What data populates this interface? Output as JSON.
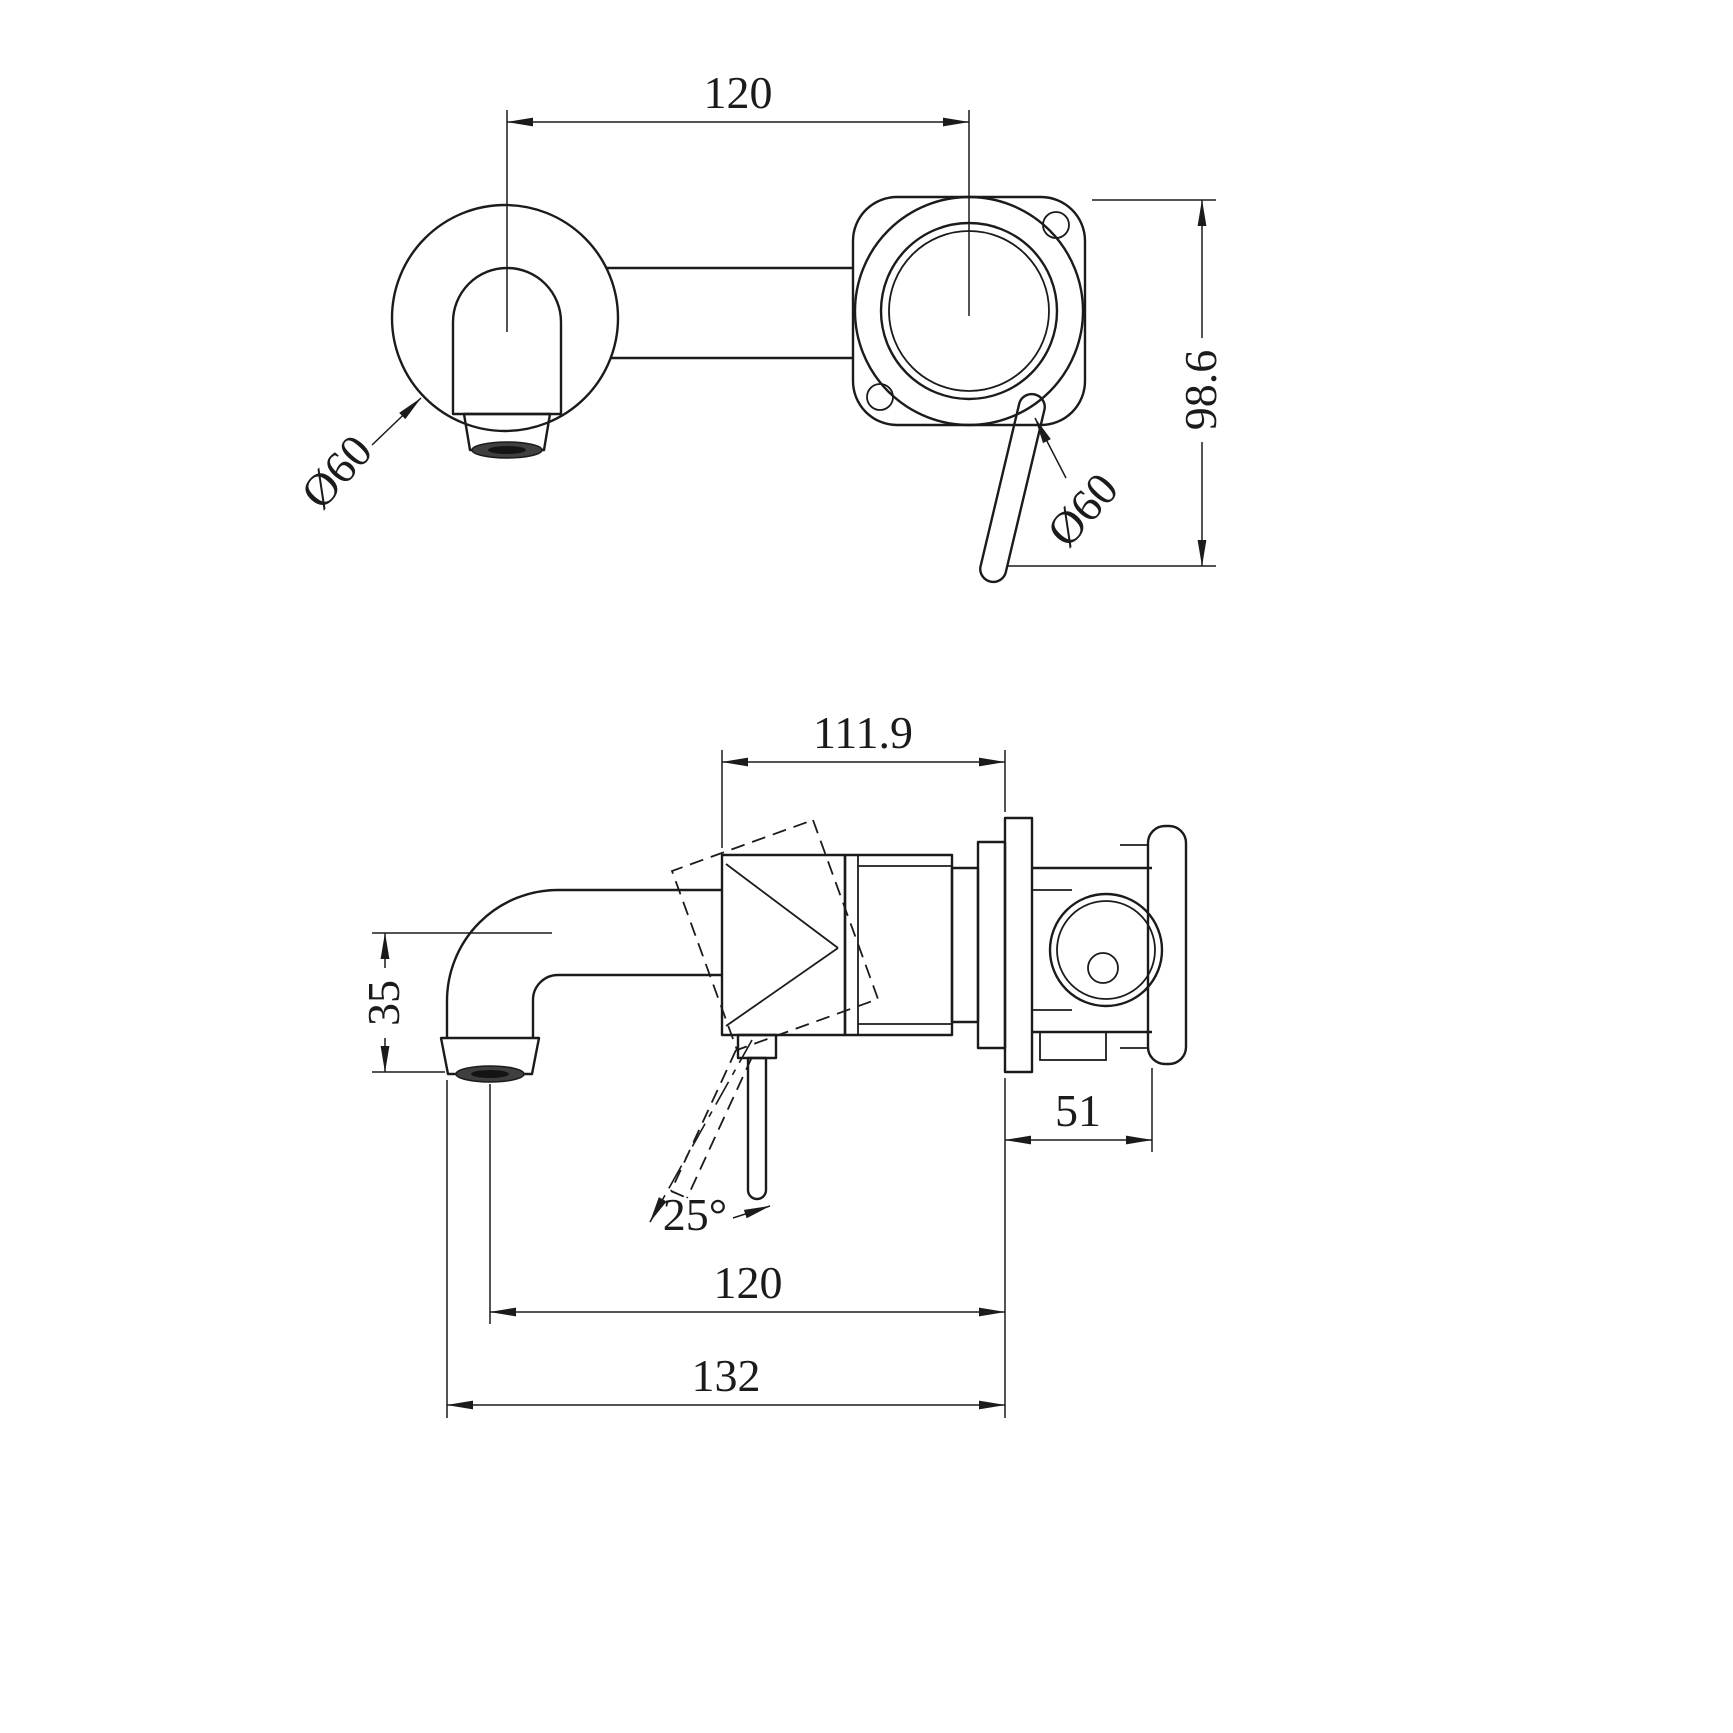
{
  "drawing": {
    "background_color": "#ffffff",
    "line_color": "#1b1b1b",
    "front_view": {
      "dim_width_center_to_center": "120",
      "dim_height_overall": "98.6",
      "label_spout_flange_diameter": "Ø60",
      "label_mixer_flange_diameter": "Ø60"
    },
    "side_view": {
      "dim_body_length": "111.9",
      "dim_spout_drop": "35",
      "dim_behind_wall_depth": "51",
      "dim_handle_angle": "25°",
      "dim_spout_reach_center": "120",
      "dim_spout_reach_overall": "132"
    }
  }
}
